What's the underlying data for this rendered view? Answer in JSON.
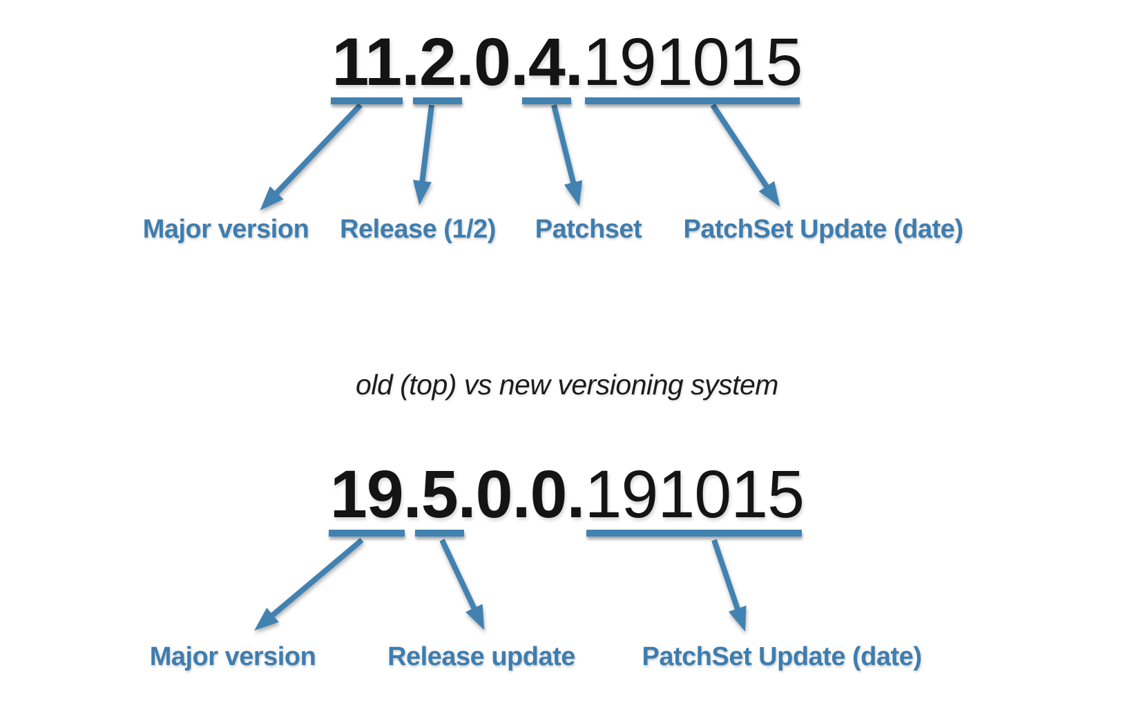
{
  "colors": {
    "accent": "#4182B1",
    "label_text": "#3E7DAF",
    "number_ink": "#141414"
  },
  "old_version": {
    "full": "11.2.0.4.191015",
    "segments": {
      "major": "11",
      "dot1": ".",
      "release": "2",
      "dot2": ".",
      "patchset_zero": "0",
      "dot3": ".",
      "patchset": "4",
      "dot4": ".",
      "psu": "191015"
    },
    "labels": {
      "major": "Major version",
      "release": "Release (1/2)",
      "patchset": "Patchset",
      "psu": "PatchSet Update (date)"
    }
  },
  "caption": "old (top) vs new versioning system",
  "new_version": {
    "full": "19.5.0.0.191015",
    "segments": {
      "major": "19",
      "dot1": ".",
      "release": "5",
      "dot2": ".",
      "zero1": "0",
      "dot3": ".",
      "zero2": "0",
      "dot4": ".",
      "psu": "191015"
    },
    "labels": {
      "major": "Major version",
      "release": "Release update",
      "psu": "PatchSet Update (date)"
    }
  }
}
